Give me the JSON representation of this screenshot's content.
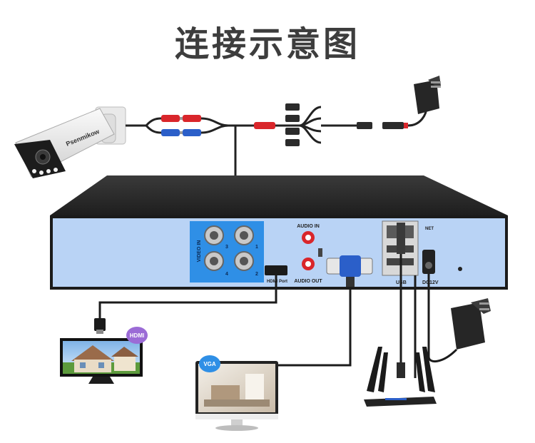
{
  "title": "连接示意图",
  "camera": {
    "brand": "Psenmikow"
  },
  "dvr": {
    "video_in_label": "VIDEO IN",
    "channels": [
      "1",
      "2",
      "3",
      "4"
    ],
    "audio_in_label": "AUDIO IN",
    "audio_out_label": "AUDIO OUT",
    "hdmi_label": "HDMI Port",
    "net_label": "NET",
    "usb_label": "USB",
    "dc_label": "DC12V"
  },
  "devices": {
    "hdmi_badge": "HDMI",
    "vga_badge": "VGA"
  },
  "colors": {
    "dvr_panel": "#b9d3f5",
    "video_highlight": "#2f8fe6",
    "cable_red": "#d9262b",
    "cable_blue": "#2b5fc9"
  }
}
